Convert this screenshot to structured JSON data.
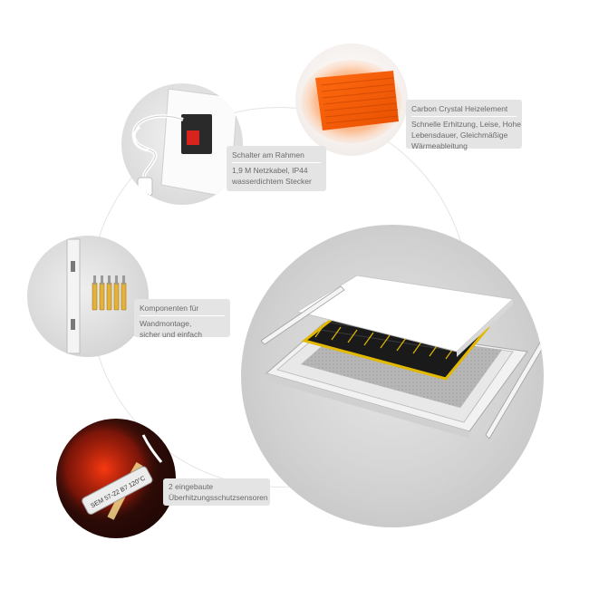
{
  "features": {
    "heating_element": {
      "title": "Carbon Crystal Heizelement",
      "lines": [
        "Schnelle Erhitzung, Leise, Hohe",
        "Lebensdauer, Gleichmäßige",
        "Wärmeableitung"
      ]
    },
    "switch": {
      "title": "Schalter am Rahmen",
      "lines": [
        "1,9 M Netzkabel,    IP44",
        "wasserdichtem Stecker"
      ]
    },
    "mounting": {
      "title": "Komponenten für",
      "lines": [
        "Wandmontage,",
        "sicher und einfach"
      ]
    },
    "sensors": {
      "lines": [
        "2 eingebaute",
        "Überhitzungsschutzsensoren"
      ]
    }
  },
  "sensor_printed_text": "SEM 57-22 B7 120°C",
  "colors": {
    "heating_orange": "#ff7a1a",
    "label_bg": "#e4e4e4",
    "label_text": "#6a6a6a"
  }
}
